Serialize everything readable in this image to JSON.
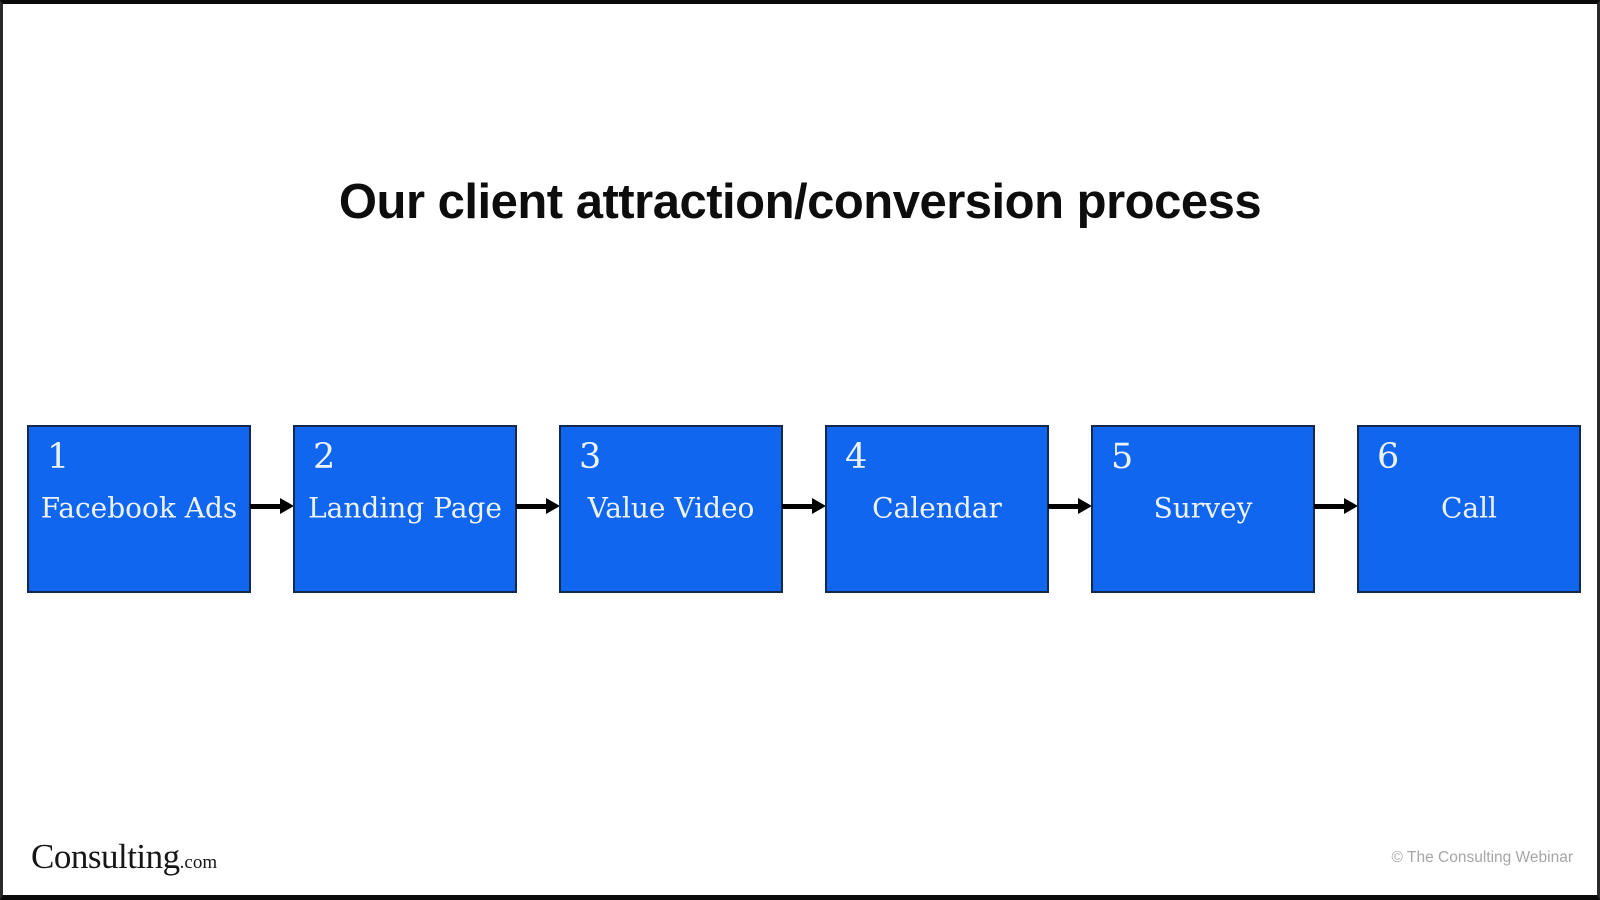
{
  "title": "Our client attraction/conversion process",
  "steps": [
    {
      "number": "1",
      "label": "Facebook Ads"
    },
    {
      "number": "2",
      "label": "Landing Page"
    },
    {
      "number": "3",
      "label": "Value Video"
    },
    {
      "number": "4",
      "label": "Calendar"
    },
    {
      "number": "5",
      "label": "Survey"
    },
    {
      "number": "6",
      "label": "Call"
    }
  ],
  "footer": {
    "logo_main": "Consulting",
    "logo_tld": ".com",
    "copyright": "© The Consulting Webinar"
  },
  "colors": {
    "box_fill": "#1166f0",
    "box_border": "#14294f",
    "box_text": "#edf3fd",
    "arrow": "#000000",
    "title_text": "#0d0d0d",
    "copyright_text": "#a6a6a6"
  }
}
